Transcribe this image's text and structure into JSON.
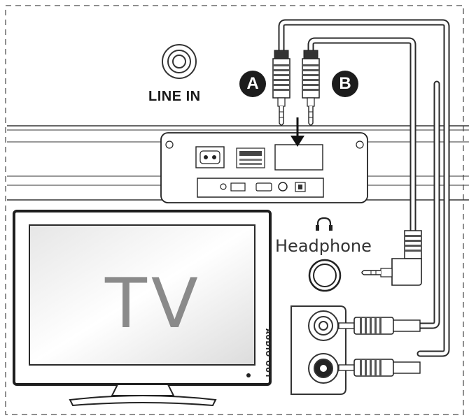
{
  "labels": {
    "line_in": "LINE IN",
    "headphone": "Headphone",
    "tv": "TV",
    "audio_out": "AUDIO OUT",
    "plug_a": "A",
    "plug_b": "B"
  },
  "icons": {
    "line_in_jack": "line-in-jack-icon",
    "headphone": "headphone-icon",
    "arrow": "arrow-down-icon"
  },
  "colors": {
    "line": "#2a2a2a",
    "dashed_border": "#6a6a6a",
    "badge": "#1c1c1c",
    "tv_label": "#8a8a8a"
  }
}
